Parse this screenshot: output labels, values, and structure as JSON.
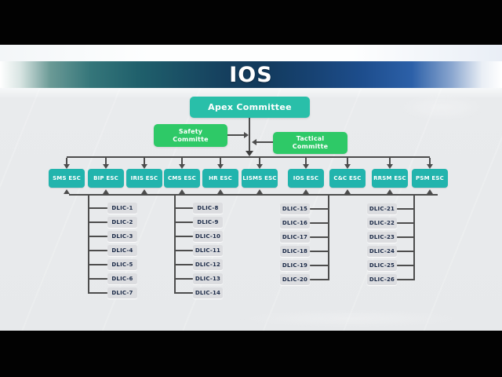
{
  "slide": {
    "title": "IOS"
  },
  "org_chart": {
    "apex": {
      "label": "Apex Committee"
    },
    "safety": {
      "label": "Safety\nCommitte"
    },
    "tactical": {
      "label": "Tactical\nCommitte"
    },
    "esc_row": [
      "SMS ESC",
      "BIP ESC",
      "IRIS ESC",
      "CMS ESC",
      "HR ESC",
      "LISMS ESC",
      "IOS ESC",
      "C&C ESC",
      "RRSM ESC",
      "PSM ESC"
    ],
    "dlic_columns": [
      [
        "DLIC-1",
        "DLIC-2",
        "DLIC-3",
        "DLIC-4",
        "DLIC-5",
        "DLIC-6",
        "DLIC-7"
      ],
      [
        "DLIC-8",
        "DLIC-9",
        "DLIC-10",
        "DLIC-11",
        "DLIC-12",
        "DLIC-13",
        "DLIC-14"
      ],
      [
        "DLIC-15",
        "DLIC-16",
        "DLIC-17",
        "DLIC-18",
        "DLIC-19",
        "DLIC-20"
      ],
      [
        "DLIC-21",
        "DLIC-22",
        "DLIC-23",
        "DLIC-24",
        "DLIC-25",
        "DLIC-26"
      ]
    ]
  },
  "colors": {
    "apex_teal": "#29BFA9",
    "esc_teal": "#22B4AD",
    "committee_green": "#2EC967",
    "dlic_gray": "#DCDDE0",
    "dlic_text": "#1B2A47",
    "connector": "#4D4D4D",
    "banner_teal": "#35767A",
    "banner_navy": "#123A5C",
    "banner_blue": "#2C60A8",
    "letterbox_black": "#020202",
    "canvas_gray": "#E7E9EB"
  }
}
